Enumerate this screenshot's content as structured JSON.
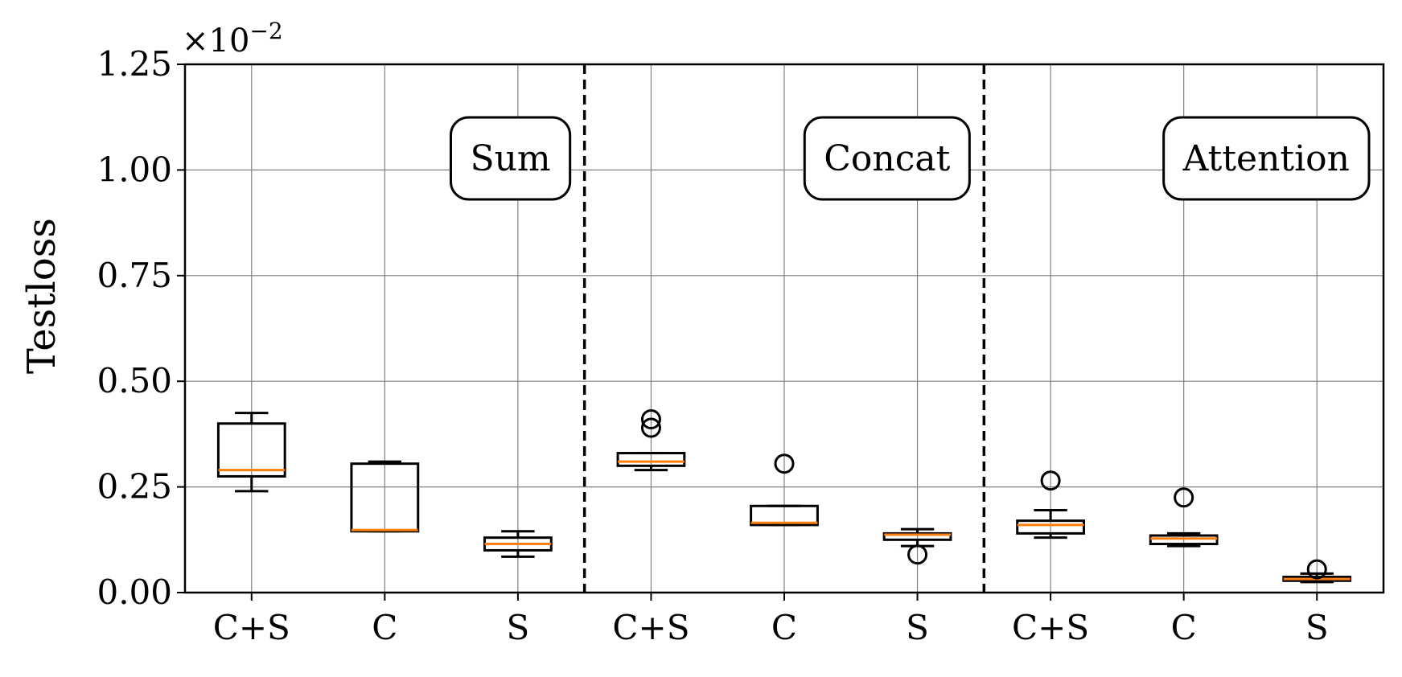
{
  "chart_data": {
    "type": "box",
    "title": "",
    "ylabel": "Testloss",
    "xlabel": "",
    "y_multiplier": "×10",
    "y_multiplier_exp": "−2",
    "ylim": [
      0.0,
      1.25
    ],
    "yticks": [
      "0.00",
      "0.25",
      "0.50",
      "0.75",
      "1.00",
      "1.25"
    ],
    "ytick_values": [
      0.0,
      0.25,
      0.5,
      0.75,
      1.0,
      1.25
    ],
    "grid": true,
    "colors": {
      "median": "#ff7f0e",
      "box": "#000000",
      "grid": "#808080"
    },
    "groups": [
      {
        "label": "Sum",
        "boxes": [
          {
            "category": "C+S",
            "whisker_low": 0.24,
            "q1": 0.275,
            "median": 0.29,
            "q3": 0.4,
            "whisker_high": 0.425,
            "outliers": []
          },
          {
            "category": "C",
            "whisker_low": 0.145,
            "q1": 0.145,
            "median": 0.148,
            "q3": 0.305,
            "whisker_high": 0.31,
            "outliers": []
          },
          {
            "category": "S",
            "whisker_low": 0.085,
            "q1": 0.1,
            "median": 0.115,
            "q3": 0.13,
            "whisker_high": 0.145,
            "outliers": []
          }
        ]
      },
      {
        "label": "Concat",
        "boxes": [
          {
            "category": "C+S",
            "whisker_low": 0.29,
            "q1": 0.3,
            "median": 0.31,
            "q3": 0.33,
            "whisker_high": 0.33,
            "outliers": [
              0.39,
              0.41
            ]
          },
          {
            "category": "C",
            "whisker_low": 0.16,
            "q1": 0.16,
            "median": 0.165,
            "q3": 0.205,
            "whisker_high": 0.205,
            "outliers": [
              0.305
            ]
          },
          {
            "category": "S",
            "whisker_low": 0.11,
            "q1": 0.125,
            "median": 0.137,
            "q3": 0.14,
            "whisker_high": 0.15,
            "outliers": [
              0.09
            ]
          }
        ]
      },
      {
        "label": "Attention",
        "boxes": [
          {
            "category": "C+S",
            "whisker_low": 0.13,
            "q1": 0.14,
            "median": 0.16,
            "q3": 0.17,
            "whisker_high": 0.195,
            "outliers": [
              0.265
            ]
          },
          {
            "category": "C",
            "whisker_low": 0.11,
            "q1": 0.115,
            "median": 0.128,
            "q3": 0.135,
            "whisker_high": 0.14,
            "outliers": [
              0.225
            ]
          },
          {
            "category": "S",
            "whisker_low": 0.025,
            "q1": 0.028,
            "median": 0.032,
            "q3": 0.037,
            "whisker_high": 0.045,
            "outliers": [
              0.055
            ]
          }
        ]
      }
    ]
  }
}
